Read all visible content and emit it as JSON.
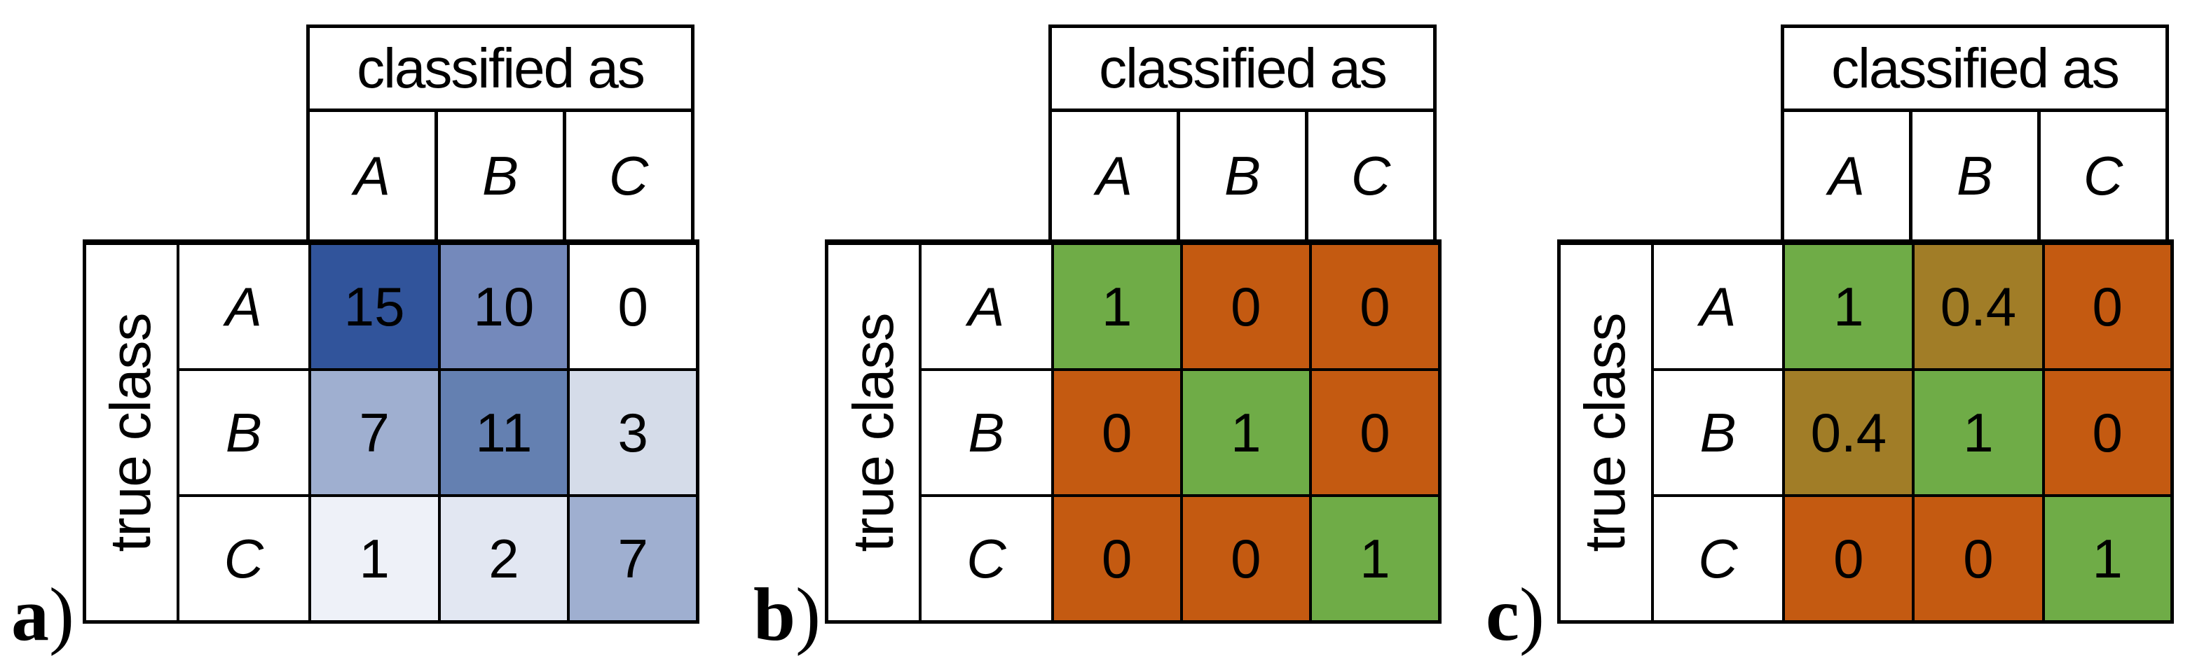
{
  "figure": {
    "panels": [
      {
        "tag_letter": "a",
        "tag_paren": ")",
        "col_header": "classified as",
        "col_labels": [
          "A",
          "B",
          "C"
        ],
        "row_header": "true class",
        "row_labels": [
          "A",
          "B",
          "C"
        ],
        "matrix": [
          [
            {
              "v": "15",
              "bg": "#31549B"
            },
            {
              "v": "10",
              "bg": "#7489BB"
            },
            {
              "v": "0",
              "bg": "#FFFFFF"
            }
          ],
          [
            {
              "v": "7",
              "bg": "#9FAFD0"
            },
            {
              "v": "11",
              "bg": "#6480B1"
            },
            {
              "v": "3",
              "bg": "#D5DCE9"
            }
          ],
          [
            {
              "v": "1",
              "bg": "#EEF1F8"
            },
            {
              "v": "2",
              "bg": "#E2E7F2"
            },
            {
              "v": "7",
              "bg": "#9FAFD0"
            }
          ]
        ]
      },
      {
        "tag_letter": "b",
        "tag_paren": ")",
        "col_header": "classified as",
        "col_labels": [
          "A",
          "B",
          "C"
        ],
        "row_header": "true class",
        "row_labels": [
          "A",
          "B",
          "C"
        ],
        "matrix": [
          [
            {
              "v": "1",
              "bg": "#6FAC47"
            },
            {
              "v": "0",
              "bg": "#C45A11"
            },
            {
              "v": "0",
              "bg": "#C45A11"
            }
          ],
          [
            {
              "v": "0",
              "bg": "#C45A11"
            },
            {
              "v": "1",
              "bg": "#6FAC47"
            },
            {
              "v": "0",
              "bg": "#C45A11"
            }
          ],
          [
            {
              "v": "0",
              "bg": "#C45A11"
            },
            {
              "v": "0",
              "bg": "#C45A11"
            },
            {
              "v": "1",
              "bg": "#6FAC47"
            }
          ]
        ]
      },
      {
        "tag_letter": "c",
        "tag_paren": ")",
        "col_header": "classified as",
        "col_labels": [
          "A",
          "B",
          "C"
        ],
        "row_header": "true class",
        "row_labels": [
          "A",
          "B",
          "C"
        ],
        "matrix": [
          [
            {
              "v": "1",
              "bg": "#6FAC47"
            },
            {
              "v": "0.4",
              "bg": "#A17D27"
            },
            {
              "v": "0",
              "bg": "#C45A11"
            }
          ],
          [
            {
              "v": "0.4",
              "bg": "#A17D27"
            },
            {
              "v": "1",
              "bg": "#6FAC47"
            },
            {
              "v": "0",
              "bg": "#C45A11"
            }
          ],
          [
            {
              "v": "0",
              "bg": "#C45A11"
            },
            {
              "v": "0",
              "bg": "#C45A11"
            },
            {
              "v": "1",
              "bg": "#6FAC47"
            }
          ]
        ]
      }
    ],
    "palette": {
      "blue_dark": "#31549B",
      "blue_mid": "#6480B1",
      "blue": "#7489BB",
      "blue_light": "#9FAFD0",
      "blue_pale": "#D5DCE9",
      "blue_faint": "#E2E7F2",
      "blue_faintest": "#EEF1F8",
      "green": "#6FAC47",
      "orange": "#C45A11",
      "olive": "#A17D27",
      "ink": "#000000"
    }
  },
  "chart_data": [
    {
      "type": "heatmap",
      "title": "a",
      "xlabel": "classified as",
      "ylabel": "true class",
      "x_labels": [
        "A",
        "B",
        "C"
      ],
      "y_labels": [
        "A",
        "B",
        "C"
      ],
      "values": [
        [
          15,
          10,
          0
        ],
        [
          7,
          11,
          3
        ],
        [
          1,
          2,
          7
        ]
      ],
      "colormap": "white-to-dark-blue",
      "legend": "none"
    },
    {
      "type": "heatmap",
      "title": "b",
      "xlabel": "classified as",
      "ylabel": "true class",
      "x_labels": [
        "A",
        "B",
        "C"
      ],
      "y_labels": [
        "A",
        "B",
        "C"
      ],
      "values": [
        [
          1,
          0,
          0
        ],
        [
          0,
          1,
          0
        ],
        [
          0,
          0,
          1
        ]
      ],
      "colormap": "orange-to-green",
      "legend": "none"
    },
    {
      "type": "heatmap",
      "title": "c",
      "xlabel": "classified as",
      "ylabel": "true class",
      "x_labels": [
        "A",
        "B",
        "C"
      ],
      "y_labels": [
        "A",
        "B",
        "C"
      ],
      "values": [
        [
          1,
          0.4,
          0
        ],
        [
          0.4,
          1,
          0
        ],
        [
          0,
          0,
          1
        ]
      ],
      "colormap": "orange-to-green",
      "legend": "none"
    }
  ]
}
